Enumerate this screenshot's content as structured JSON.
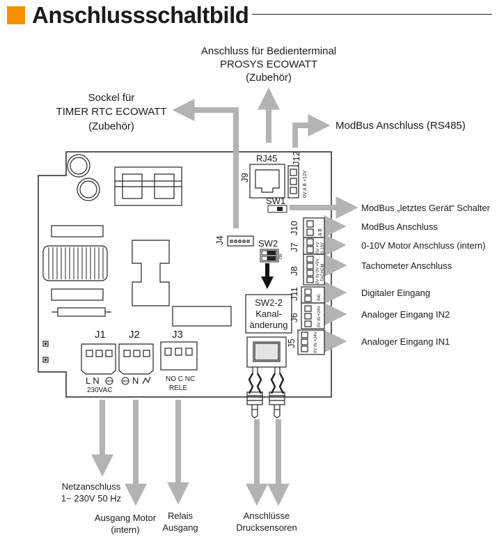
{
  "title": "Anschlussschaltbild",
  "top_labels": {
    "terminal": [
      "Anschluss für Bedienterminal",
      "PROSYS ECOWATT",
      "(Zubehör)"
    ],
    "timer": [
      "Sockel für",
      "TIMER RTC ECOWATT",
      "(Zubehör)"
    ],
    "modbus_rs485": "ModBus Anschluss (RS485)"
  },
  "right_labels": {
    "sw1": "ModBus „letztes Gerät“ Schalter",
    "j10": "ModBus Anschluss",
    "j7": "0-10V Motor Anschluss (intern)",
    "j8": "Tachometer Anschluss",
    "j11": "Digitaler Eingang",
    "j6": "Analoger Eingang IN2",
    "j5": "Analoger Eingang IN1"
  },
  "bottom_labels": {
    "netz": [
      "Netzanschluss",
      "1~ 230V 50 Hz"
    ],
    "motor": [
      "Ausgang Motor",
      "(intern)"
    ],
    "relais": [
      "Relais",
      "Ausgang"
    ],
    "druck": [
      "Anschlüsse",
      "Drucksensoren"
    ]
  },
  "connectors": {
    "rj45": "RJ45",
    "j9": "J9",
    "j12": "J12",
    "j12_pins": "0V A  B +12V",
    "sw1": "SW1",
    "sw2": "SW2",
    "j4": "J4",
    "j10": "J10",
    "j10_pins": "A   B",
    "j7": "J7",
    "j7_pins": "0V +V",
    "j7_sub": "0-10V",
    "j8": "J8",
    "j8_pins": "0V IN 0V +5V",
    "j8_sub": "TACHOM",
    "j11": "J11",
    "j11_pins": "IN0",
    "j6": "J6",
    "j6_pins": "0V IN +24V",
    "j5": "J5",
    "j5_pins": "0V IN +24V",
    "j1": "J1",
    "j1_pins": "L  N",
    "j1_sub": "230VAC",
    "j2": "J2",
    "j2_pins": "N",
    "j3": "J3",
    "j3_pins": "NO C NC",
    "j3_sub": "RELE",
    "sw2_2": [
      "SW2-2",
      "Kanal-",
      "änderung"
    ],
    "on": "ON"
  },
  "colors": {
    "accent": "#f39200",
    "arrow": "#b3b3b3",
    "line": "#222222"
  }
}
